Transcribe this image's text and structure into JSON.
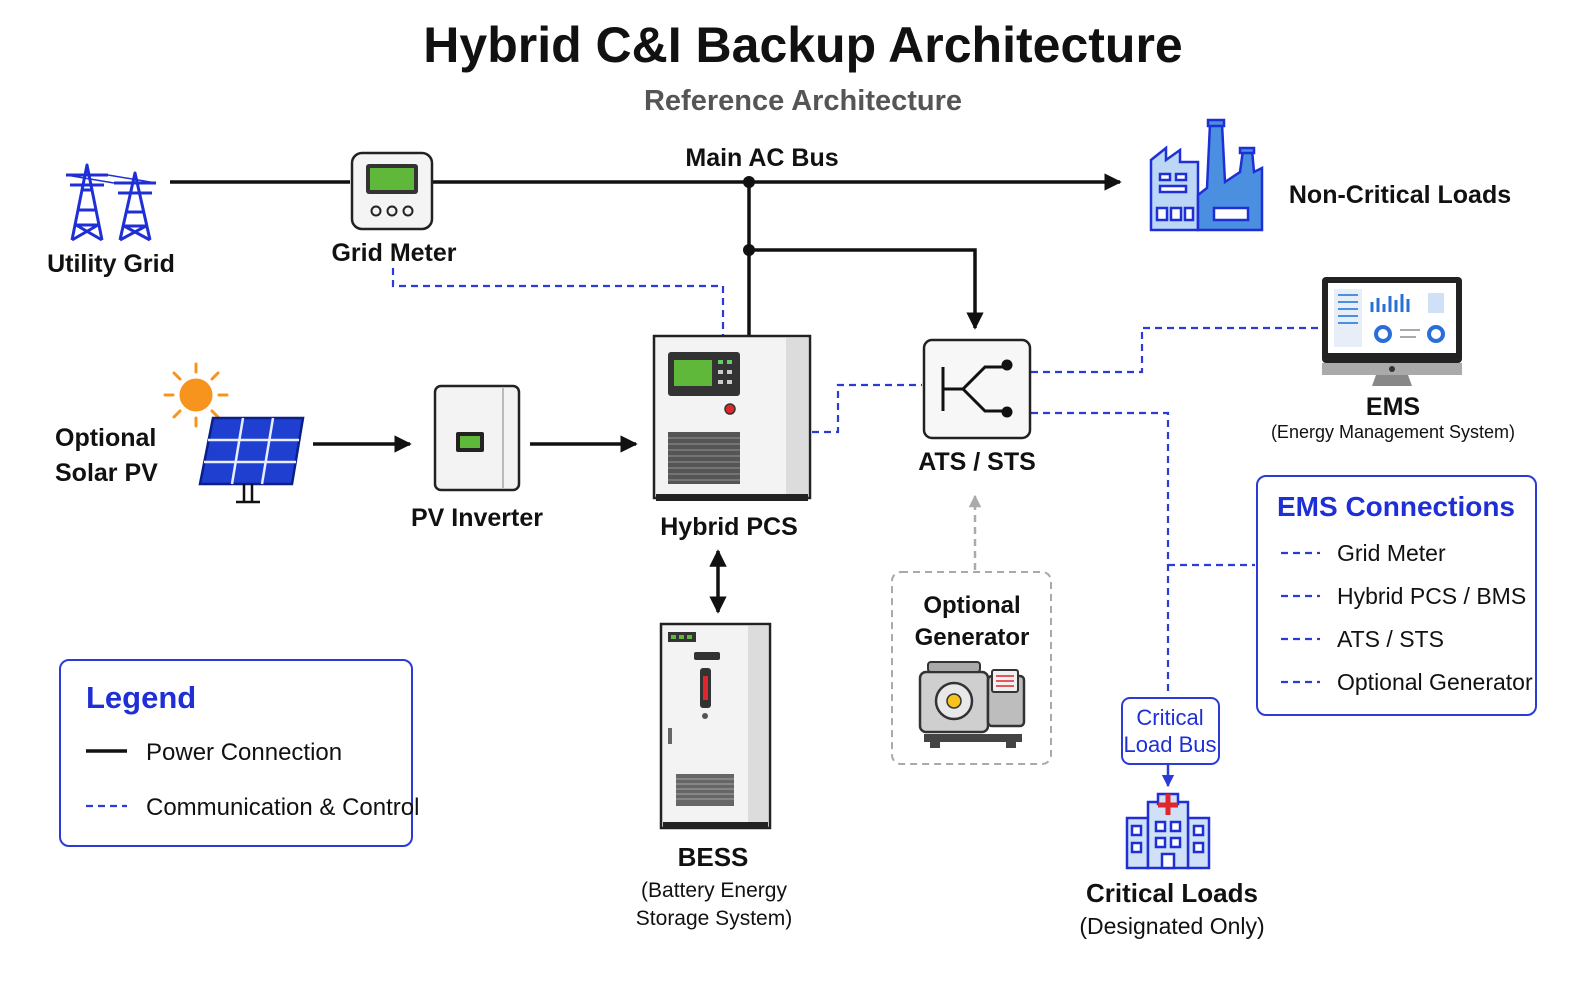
{
  "title": "Hybrid C&I Backup Architecture",
  "subtitle": "Reference Architecture",
  "bus_label": "Main AC Bus",
  "nodes": {
    "utility_grid": "Utility Grid",
    "grid_meter": "Grid Meter",
    "non_critical_loads": "Non-Critical Loads",
    "solar_pv_line1": "Optional",
    "solar_pv_line2": "Solar PV",
    "pv_inverter": "PV Inverter",
    "hybrid_pcs": "Hybrid PCS",
    "ats_sts": "ATS / STS",
    "ems": "EMS",
    "ems_sub": "(Energy Management System)",
    "bess": "BESS",
    "bess_sub1": "(Battery Energy",
    "bess_sub2": "Storage System)",
    "generator_line1": "Optional",
    "generator_line2": "Generator",
    "critical_bus_line1": "Critical",
    "critical_bus_line2": "Load Bus",
    "critical_loads": "Critical Loads",
    "critical_loads_sub": "(Designated Only)"
  },
  "legend": {
    "title": "Legend",
    "items": [
      "Power Connection",
      "Communication & Control"
    ]
  },
  "ems_connections": {
    "title": "EMS Connections",
    "items": [
      "Grid Meter",
      "Hybrid PCS / BMS",
      "ATS / STS",
      "Optional Generator"
    ]
  },
  "icons": {
    "utility_grid": "transmission-tower-icon",
    "grid_meter": "meter-icon",
    "factory": "factory-icon",
    "sun": "sun-icon",
    "solar_panel": "solar-panel-icon",
    "pv_inverter": "inverter-icon",
    "hybrid_pcs": "pcs-cabinet-icon",
    "ats": "transfer-switch-icon",
    "ems": "monitor-icon",
    "bess": "battery-cabinet-icon",
    "generator": "generator-icon",
    "hospital": "hospital-icon"
  },
  "colors": {
    "power": "#111111",
    "communication": "#2a3bd8",
    "accent_blue": "#1f2fd6",
    "sun": "#f7941d",
    "screen_green": "#5fb83a",
    "critical_red": "#e0252b"
  }
}
